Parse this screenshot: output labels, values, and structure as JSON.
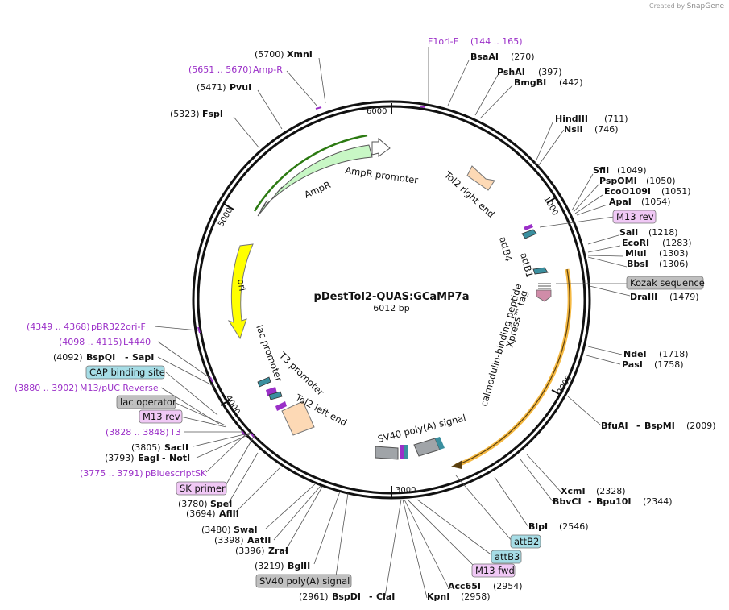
{
  "credit": {
    "prefix": "Created by",
    "brand": "SnapGene"
  },
  "plasmid": {
    "name": "pDestTol2-QUAS:GCaMP7a",
    "size": "6012 bp"
  },
  "ticks": [
    "1000",
    "2000",
    "3000",
    "4000",
    "5000",
    "6000"
  ],
  "features": {
    "ampr_promoter": "AmpR promoter",
    "ampr": "AmpR",
    "tol2_right": "Tol2 right end",
    "ori": "ori",
    "attb4": "attB4",
    "attb1": "attB1",
    "xpress": "Xpress™ tag",
    "cbp": "calmodulin-binding peptide",
    "lac_promoter": "lac promoter",
    "t3_promoter": "T3 promoter",
    "tol2_left": "Tol2 left end",
    "sv40": "SV40 poly(A) signal"
  },
  "sites": {
    "xmni": {
      "pos": "(5700)",
      "name": "XmnI"
    },
    "pvui": {
      "pos": "(5471)",
      "name": "PvuI"
    },
    "fspi": {
      "pos": "(5323)",
      "name": "FspI"
    },
    "bsaai": {
      "name": "BsaAI",
      "pos": "(270)"
    },
    "pshai": {
      "name": "PshAI",
      "pos": "(397)"
    },
    "bmgbi": {
      "name": "BmgBI",
      "pos": "(442)"
    },
    "hindiii": {
      "name": "HindIII",
      "pos": "(711)"
    },
    "nsii": {
      "name": "NsiI",
      "pos": "(746)"
    },
    "sfii": {
      "name": "SfiI",
      "pos": "(1049)"
    },
    "pspomi": {
      "name": "PspOMI",
      "pos": "(1050)"
    },
    "eco0109i": {
      "name": "EcoO109I",
      "pos": "(1051)"
    },
    "apai": {
      "name": "ApaI",
      "pos": "(1054)"
    },
    "sali": {
      "name": "SalI",
      "pos": "(1218)"
    },
    "ecori": {
      "name": "EcoRI",
      "pos": "(1283)"
    },
    "mlui": {
      "name": "MluI",
      "pos": "(1303)"
    },
    "bbsi": {
      "name": "BbsI",
      "pos": "(1306)"
    },
    "draiii": {
      "name": "DraIII",
      "pos": "(1479)"
    },
    "ndei": {
      "name": "NdeI",
      "pos": "(1718)"
    },
    "pasi": {
      "name": "PasI",
      "pos": "(1758)"
    },
    "bfuai": {
      "name": "BfuAI",
      "sep": "-",
      "name2": "BspMI",
      "pos": "(2009)"
    },
    "xcmi": {
      "name": "XcmI",
      "pos": "(2328)"
    },
    "bbvci": {
      "name": "BbvCI",
      "sep": "-",
      "name2": "Bpu10I",
      "pos": "(2344)"
    },
    "blpi": {
      "name": "BlpI",
      "pos": "(2546)"
    },
    "acc65i": {
      "name": "Acc65I",
      "pos": "(2954)"
    },
    "kpni": {
      "name": "KpnI",
      "pos": "(2958)"
    },
    "bspdi": {
      "pos": "(2961)",
      "name": "BspDI",
      "sep": "-",
      "name2": "ClaI"
    },
    "bglii": {
      "pos": "(3219)",
      "name": "BglII"
    },
    "zrai": {
      "pos": "(3396)",
      "name": "ZraI"
    },
    "aatii": {
      "pos": "(3398)",
      "name": "AatII"
    },
    "swai": {
      "pos": "(3480)",
      "name": "SwaI"
    },
    "aflii": {
      "pos": "(3694)",
      "name": "AflII"
    },
    "spei": {
      "pos": "(3780)",
      "name": "SpeI"
    },
    "eagi": {
      "pos": "(3793)",
      "name": "EagI",
      "sep": "-",
      "name2": "NotI"
    },
    "sacii": {
      "pos": "(3805)",
      "name": "SacII"
    },
    "bspqi": {
      "pos": "(4092)",
      "name": "BspQI",
      "sep": "-",
      "name2": "SapI"
    }
  },
  "primers": {
    "f1ori": {
      "name": "F1ori-F",
      "range": "(144 .. 165)"
    },
    "ampr": {
      "range": "(5651 .. 5670)",
      "name": "Amp-R"
    },
    "pbr322": {
      "range": "(4349 .. 4368)",
      "name": "pBR322ori-F"
    },
    "l4440": {
      "range": "(4098 .. 4115)",
      "name": "L4440"
    },
    "m13puc": {
      "range": "(3880 .. 3902)",
      "name": "M13/pUC Reverse"
    },
    "t3": {
      "range": "(3828 .. 3848)",
      "name": "T3"
    },
    "pbluescript": {
      "range": "(3775 .. 3791)",
      "name": "pBluescriptSK"
    }
  },
  "boxes": {
    "m13rev_top": "M13 rev",
    "kozak": "Kozak sequence",
    "cap": "CAP binding site",
    "lacop": "lac operator",
    "m13rev_left": "M13 rev",
    "sk": "SK primer",
    "attb2": "attB2",
    "attb3": "attB3",
    "m13fwd": "M13 fwd",
    "sv40": "SV40 poly(A) signal"
  },
  "colors": {
    "ampr": "#c8f7c5",
    "ori": "#ffff00",
    "cbp": "#f5b942",
    "tol2": "#fdd9b5",
    "primer": "#9b30c8",
    "att": "#3a8f9f",
    "box_gray": "#c0c0c0",
    "box_pink": "#f0c8f5",
    "box_teal": "#a6dde6"
  }
}
